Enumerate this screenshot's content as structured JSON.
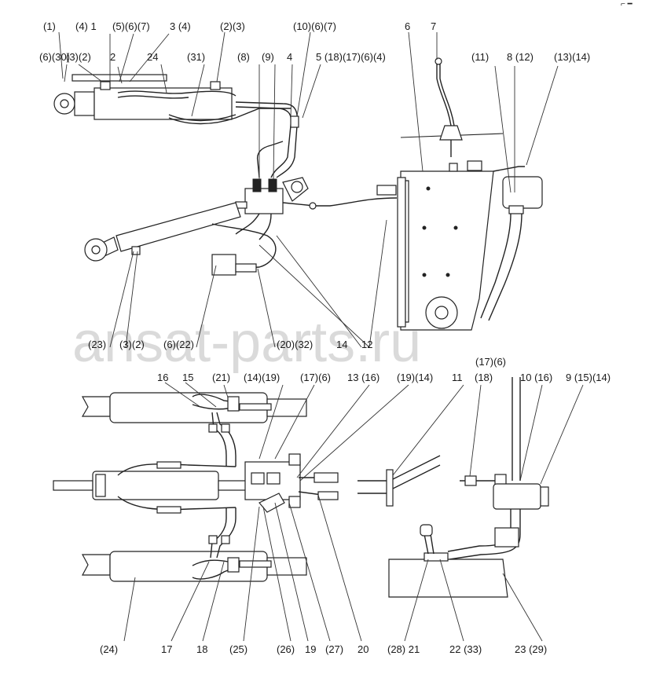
{
  "watermark": "ansat-parts.ru",
  "corner_mark": "⌐ ━",
  "upper_labels": {
    "l1": "(1)",
    "l4_1": "(4) 1",
    "l5_6_7": "(5)(6)(7)",
    "l3_4": "3 (4)",
    "l2_3": "(2)(3)",
    "l10_6_7": "(10)(6)(7)",
    "l6": "6",
    "l7": "7",
    "l6_30": "(6)(30)",
    "l3_2": "(3)(2)",
    "l2": "2",
    "l24": "24",
    "l31": "(31)",
    "l8": "(8)",
    "l9": "(9)",
    "l4": "4",
    "l5_18_17_6_4": "5 (18)(17)(6)(4)",
    "l11": "(11)",
    "l8_12": "8 (12)",
    "l13_14": "(13)(14)",
    "l23": "(23)",
    "l3_2b": "(3)(2)",
    "l6_22": "(6)(22)",
    "l20_32": "(20)(32)",
    "l14": "14",
    "l12": "12"
  },
  "lower_labels": {
    "l17_6": "(17)(6)",
    "l16": "16",
    "l15": "15",
    "l21": "(21)",
    "l14_19": "(14)(19)",
    "l17_6b": "(17)(6)",
    "l13_16": "13 (16)",
    "l19_14": "(19)(14)",
    "l11": "11",
    "l18": "(18)",
    "l10_16": "10 (16)",
    "l9_15_14": "9 (15)(14)",
    "b24": "(24)",
    "b17": "17",
    "b18": "18",
    "b25": "(25)",
    "b26": "(26)",
    "b19": "19",
    "b27": "(27)",
    "b20": "20",
    "b28_21": "(28) 21",
    "b22_33": "22 (33)",
    "b23_29": "23 (29)"
  }
}
